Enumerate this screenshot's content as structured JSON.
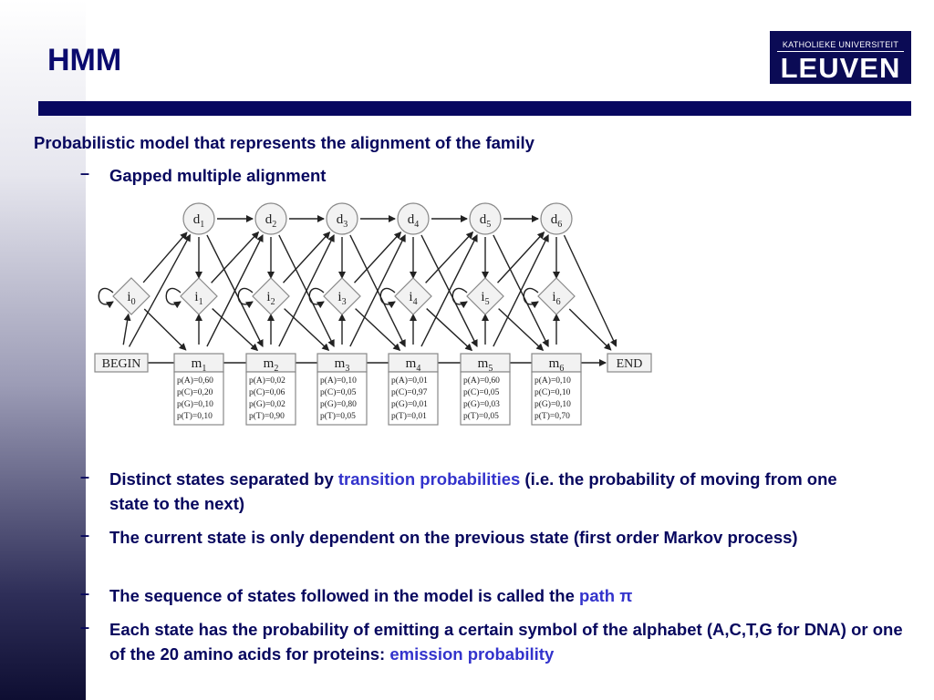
{
  "slide": {
    "title": "HMM",
    "logo": {
      "top": "KATHOLIEKE UNIVERSITEIT",
      "main": "LEUVEN"
    }
  },
  "content": {
    "main_bullet": "Probabilistic model that represents the alignment of the family",
    "sub1": "Gapped multiple alignment",
    "b1_pre": "Distinct states separated by ",
    "b1_hl": "transition probabilities",
    "b1_post": " (i.e. the probability of moving from one state to the next)",
    "b2": "The current state is only dependent on the previous state (first order Markov process)",
    "b3_pre": "The sequence of states followed in the model is called the ",
    "b3_hl": "path π",
    "b4_pre": "Each state has the probability of emitting a certain symbol of the alphabet (A,C,T,G for DNA) or one of the 20 amino acids for proteins: ",
    "b4_hl": "emission probability",
    "dash": "–"
  },
  "diagram": {
    "begin": "BEGIN",
    "end": "END",
    "insert": [
      "i0",
      "i1",
      "i2",
      "i3",
      "i4",
      "i5",
      "i6"
    ],
    "delete": [
      "d1",
      "d2",
      "d3",
      "d4",
      "d5",
      "d6"
    ],
    "match": [
      "m1",
      "m2",
      "m3",
      "m4",
      "m5",
      "m6"
    ],
    "emissions": [
      [
        "p(A)=0,60",
        "p(C)=0,20",
        "p(G)=0,10",
        "p(T)=0,10"
      ],
      [
        "p(A)=0,02",
        "p(C)=0,06",
        "p(G)=0,02",
        "p(T)=0,90"
      ],
      [
        "p(A)=0,10",
        "p(C)=0,05",
        "p(G)=0,80",
        "p(T)=0,05"
      ],
      [
        "p(A)=0,01",
        "p(C)=0,97",
        "p(G)=0,01",
        "p(T)=0,01"
      ],
      [
        "p(A)=0,60",
        "p(C)=0,05",
        "p(G)=0,03",
        "p(T)=0,05"
      ],
      [
        "p(A)=0,10",
        "p(C)=0,10",
        "p(G)=0,10",
        "p(T)=0,70"
      ]
    ]
  }
}
